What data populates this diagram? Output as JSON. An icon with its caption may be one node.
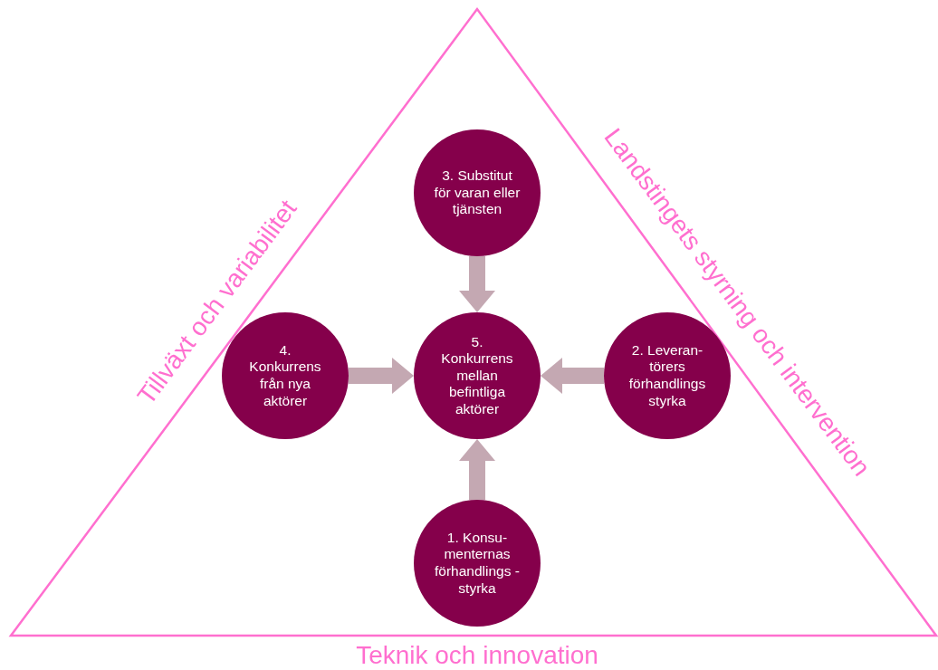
{
  "diagram": {
    "nodes": [
      {
        "text": [
          "Tillväxt och variabilitet",
          "Landstingets styrning och intervention",
          "Teknik och innovation"
        ]
      },
      {
        "text": [
          "3. Substitut för varan eller tjänsten"
        ],
        "in": 0
      },
      {
        "text": [
          "4. Konkurrens från nya aktörer"
        ],
        "in": 0
      },
      {
        "text": [
          "5. Konkurrens mellan befintliga aktörer"
        ],
        "in": 0
      },
      {
        "text": [
          "2. Leveran-törers förhandlings styrka"
        ],
        "in": 0
      },
      {
        "text": [
          "1. Konsu-menternas förhandlings -styrka"
        ],
        "in": 0
      }
    ],
    "edges": [
      {
        "from": 1,
        "to": 3,
        "arrow": "to"
      },
      {
        "from": 2,
        "to": 3,
        "arrow": "to"
      },
      {
        "from": 4,
        "to": 3,
        "arrow": "to"
      },
      {
        "from": 5,
        "to": 3,
        "arrow": "to"
      }
    ]
  }
}
